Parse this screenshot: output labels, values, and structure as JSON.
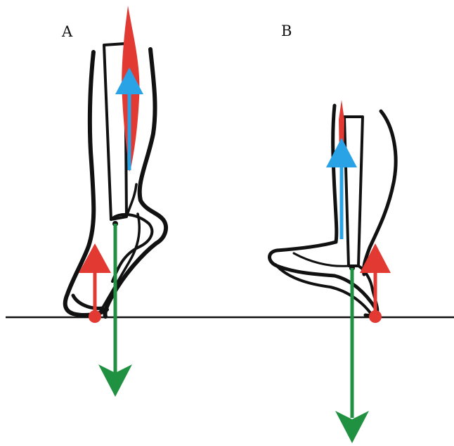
{
  "panels": [
    {
      "label": "A",
      "description_icon": "foot-on-tiptoe"
    },
    {
      "label": "B",
      "description_icon": "foot-flat"
    }
  ],
  "colors": {
    "outline": "#111111",
    "muscle_force": "#e23a32",
    "tendon_force": "#29a3e6",
    "weight_force": "#1f9141",
    "ground_reaction": "#e23a32",
    "ground_line": "#111111"
  },
  "legend_icons": {
    "red": "ground-reaction-force-arrow",
    "blue": "achilles-tendon-force-arrow",
    "green": "body-weight-force-arrow"
  }
}
